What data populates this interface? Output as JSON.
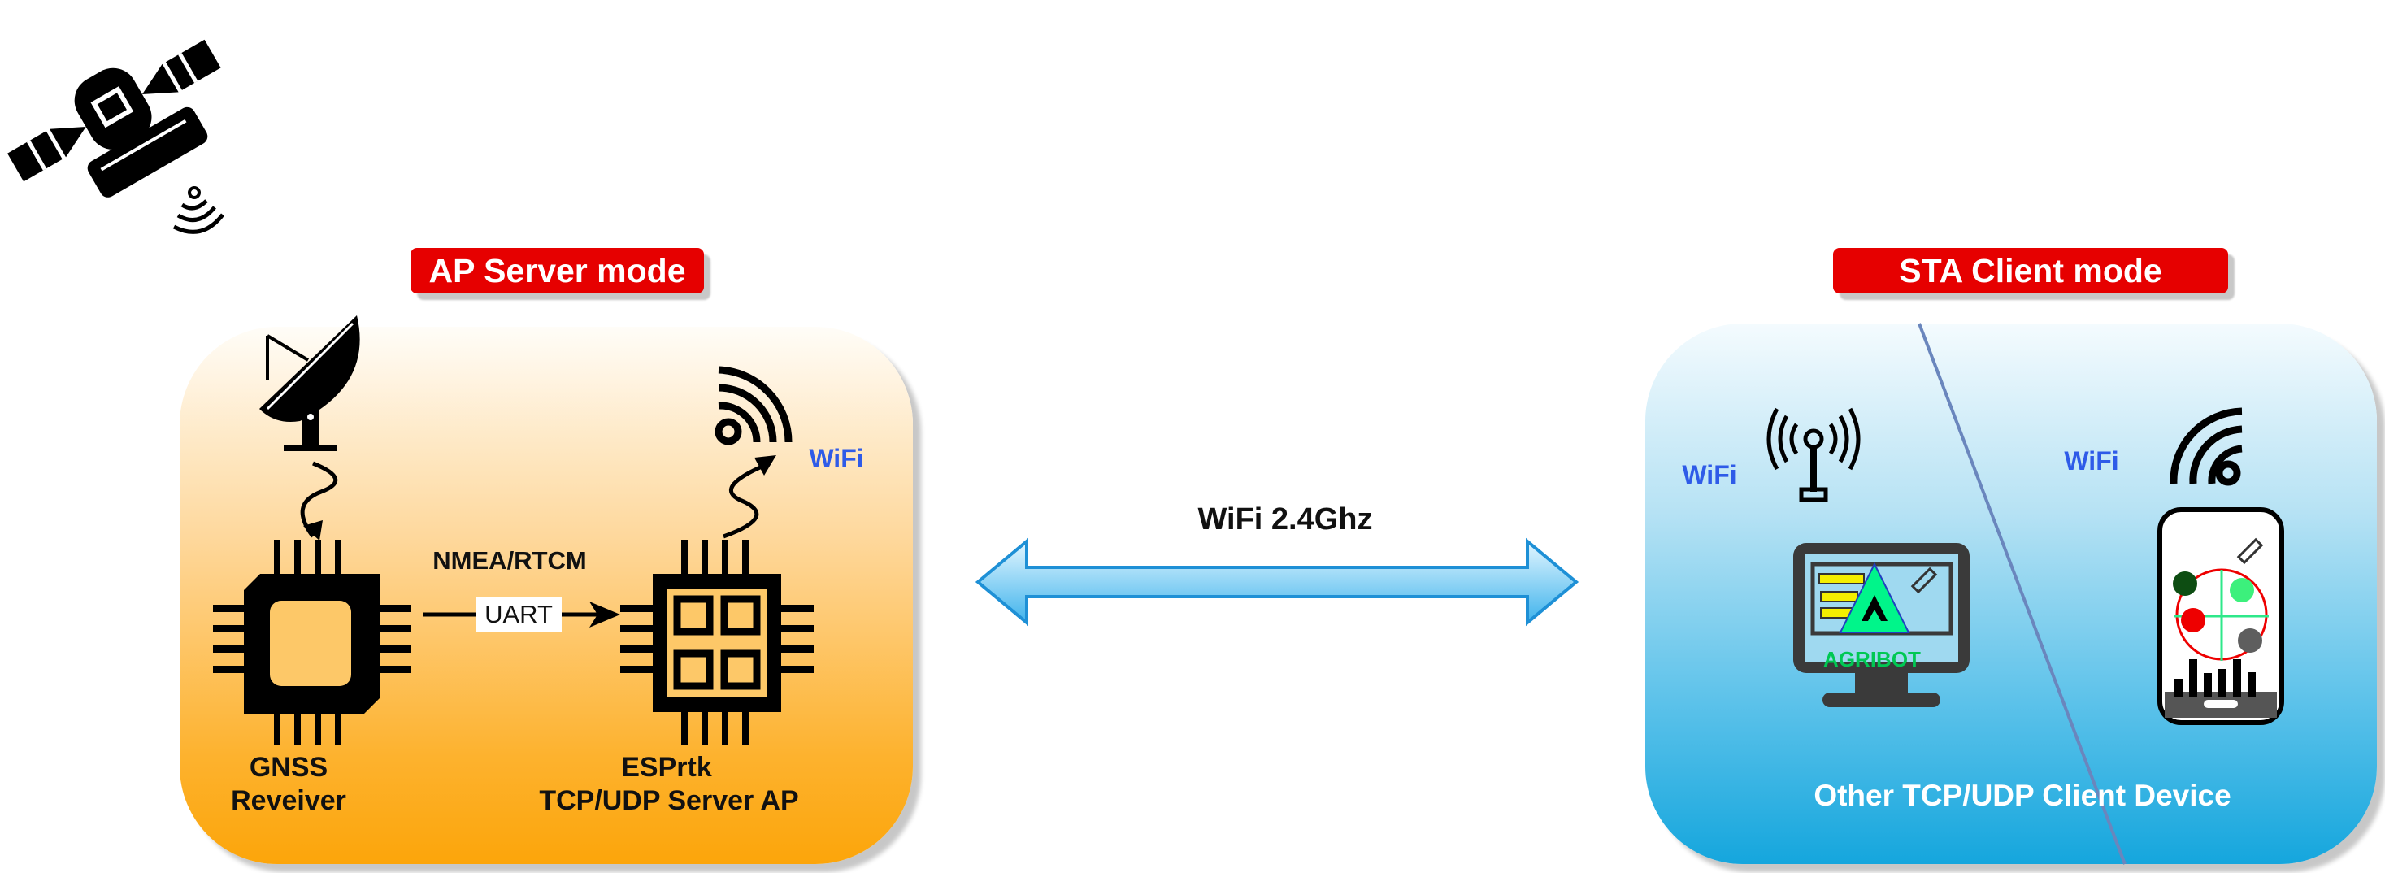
{
  "server_side": {
    "mode_label": "AP Server mode",
    "gnss_label_line1": "GNSS",
    "gnss_label_line2": "Reveiver",
    "esp_label_line1": "ESPrtk",
    "esp_label_line2": "TCP/UDP Server AP",
    "protocol_label": "NMEA/RTCM",
    "link_label": "UART",
    "wifi_label": "WiFi"
  },
  "link": {
    "label": "WiFi 2.4Ghz"
  },
  "client_side": {
    "mode_label": "STA Client mode",
    "wifi_label_left": "WiFi",
    "wifi_label_right": "WiFi",
    "app_name": "AGRIBOT",
    "device_label": "Other TCP/UDP Client Device"
  },
  "colors": {
    "mode_badge": "#e60000",
    "wifi_text": "#2f5be8",
    "agribot_green": "#00c853"
  }
}
